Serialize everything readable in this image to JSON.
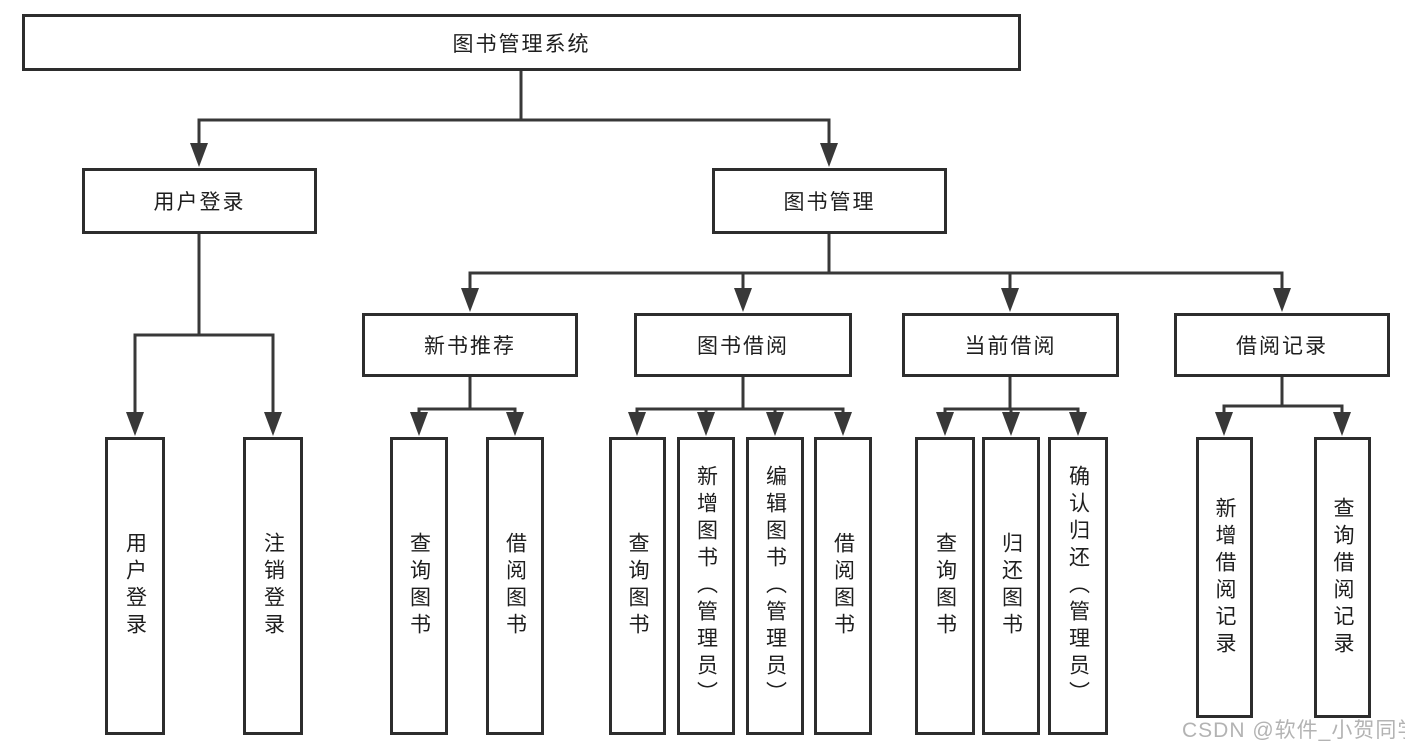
{
  "colors": {
    "background": "#ffffff",
    "box_border": "#2d2d2d",
    "line": "#383838",
    "text": "#1e1e1e",
    "watermark": "#b3b3b3"
  },
  "watermark": {
    "text": "CSDN @软件_小贺同学"
  },
  "tree": {
    "label": "图书管理系统",
    "children": [
      {
        "label": "用户登录",
        "children": [
          {
            "label": "用户登录"
          },
          {
            "label": "注销登录"
          }
        ]
      },
      {
        "label": "图书管理",
        "children": [
          {
            "label": "新书推荐",
            "children": [
              {
                "label": "查询图书"
              },
              {
                "label": "借阅图书"
              }
            ]
          },
          {
            "label": "图书借阅",
            "children": [
              {
                "label": "查询图书"
              },
              {
                "label": "新增图书（管理员）"
              },
              {
                "label": "编辑图书（管理员）"
              },
              {
                "label": "借阅图书"
              }
            ]
          },
          {
            "label": "当前借阅",
            "children": [
              {
                "label": "查询图书"
              },
              {
                "label": "归还图书"
              },
              {
                "label": "确认归还（管理员）"
              }
            ]
          },
          {
            "label": "借阅记录",
            "children": [
              {
                "label": "新增借阅记录"
              },
              {
                "label": "查询借阅记录"
              }
            ]
          }
        ]
      }
    ]
  }
}
